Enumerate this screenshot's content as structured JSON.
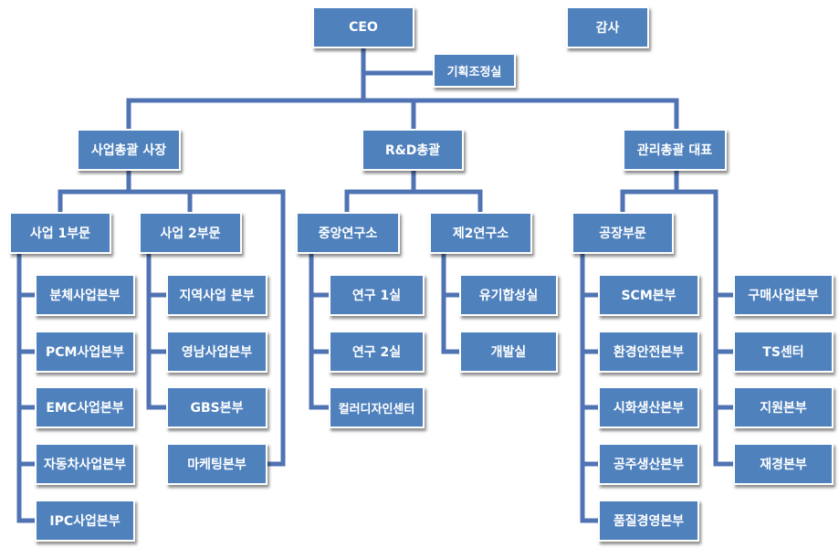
{
  "colors": {
    "box": "#4f81bd",
    "border": "#ffffff",
    "connector": "#4f73b3"
  },
  "nodes": {
    "ceo": "CEO",
    "audit": "감사",
    "planning": "기획조정실",
    "biz_president": "사업총괄 사장",
    "rnd_head": "R&D총괄",
    "mgmt_head": "관리총괄 대표",
    "biz_div1": "사업 1부문",
    "biz_div2": "사업 2부문",
    "central_lab": "중앙연구소",
    "second_lab": "제2연구소",
    "factory_div": "공장부문",
    "powder": "분체사업본부",
    "pcm": "PCM사업본부",
    "emc": "EMC사업본부",
    "auto": "자동차사업본부",
    "ipc": "IPC사업본부",
    "regional": "지역사업 본부",
    "yeongnam": "영남사업본부",
    "gbs": "GBS본부",
    "marketing": "마케팅본부",
    "lab1": "연구 1실",
    "lab2": "연구 2실",
    "color_design": "컬러디자인센터",
    "organic": "유기합성실",
    "development": "개발실",
    "scm": "SCM본부",
    "env_safety": "환경안전본부",
    "siwha": "시화생산본부",
    "gongju": "공주생산본부",
    "quality": "품질경영본부",
    "purchasing": "구매사업본부",
    "ts_center": "TS센터",
    "support": "지원본부",
    "finance": "재경본부"
  }
}
